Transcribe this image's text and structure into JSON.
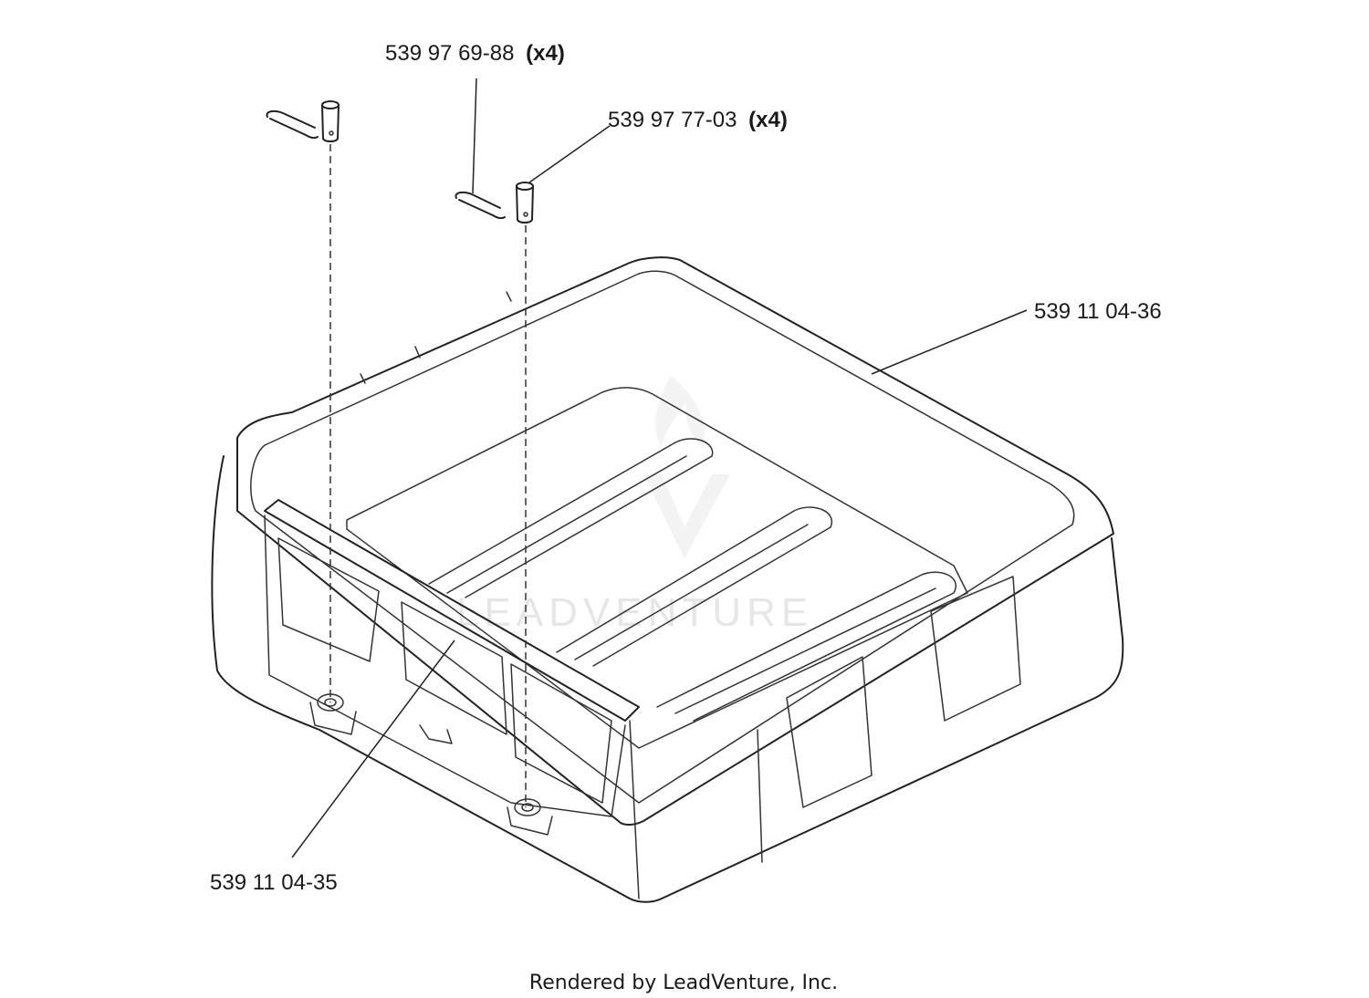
{
  "labels": {
    "hairpin_clip": {
      "part_number": "539 97 69-88",
      "quantity": "(x4)"
    },
    "clevis_pin": {
      "part_number": "539 97 77-03",
      "quantity": "(x4)"
    },
    "tray": {
      "part_number": "539 11 04-36"
    },
    "bracket": {
      "part_number": "539 11 04-35"
    }
  },
  "watermark": {
    "text": "LEADVENTURE"
  },
  "footer": {
    "text": "Rendered by LeadVenture, Inc."
  }
}
